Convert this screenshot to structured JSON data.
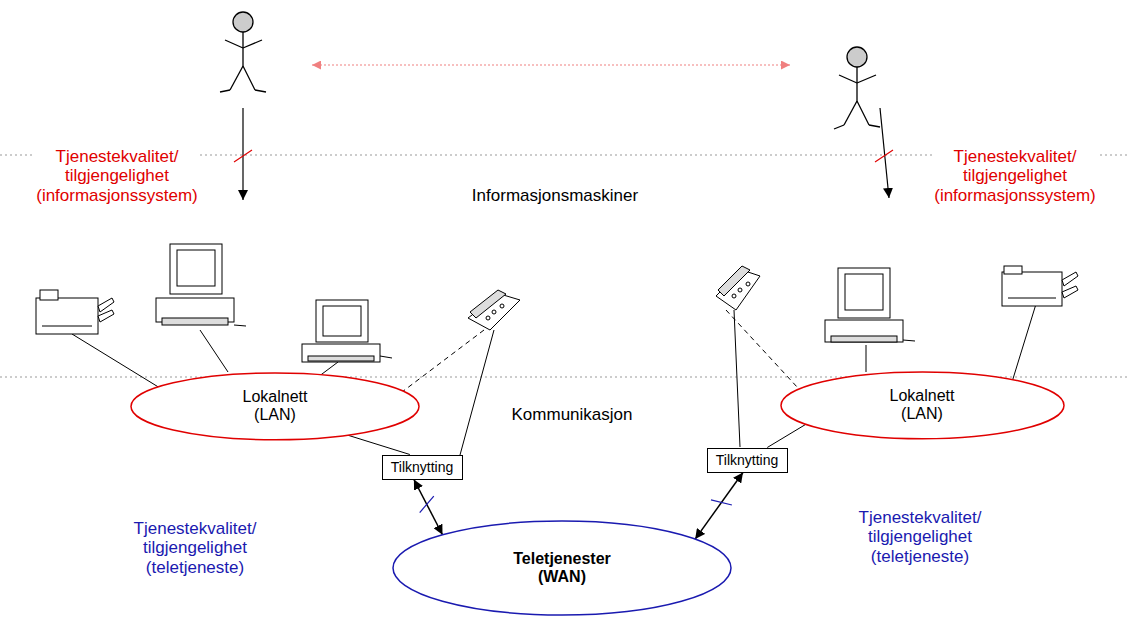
{
  "diagram": {
    "nodes": [
      {
        "text": [
          "Lokalnett (LAN)"
        ]
      },
      {
        "text": [
          "Tilknytting"
        ]
      },
      {
        "text": [
          "Lokalnett (LAN)"
        ]
      },
      {
        "text": [
          "Tilknytting"
        ]
      },
      {
        "text": [
          "Teletjenester (WAN)"
        ]
      }
    ],
    "edges": [
      {
        "from": 0,
        "to": 1,
        "arrow": "none"
      },
      {
        "from": 2,
        "to": 3,
        "arrow": "none"
      },
      {
        "from": 1,
        "to": 4,
        "arrow": "both"
      },
      {
        "from": 3,
        "to": 4,
        "arrow": "both"
      }
    ],
    "labels": [
      "Tjenestekvalitet/ tilgjengelighet (informasjonssystem)",
      "Informasjonsmaskiner",
      "Tjenestekvalitet/ tilgjengelighet (informasjonssystem)",
      "Kommunikasjon",
      "Tjenestekvalitet/ tilgjengelighet (teletjeneste)",
      "Tjenestekvalitet/ tilgjengelighet (teletjeneste)"
    ]
  }
}
